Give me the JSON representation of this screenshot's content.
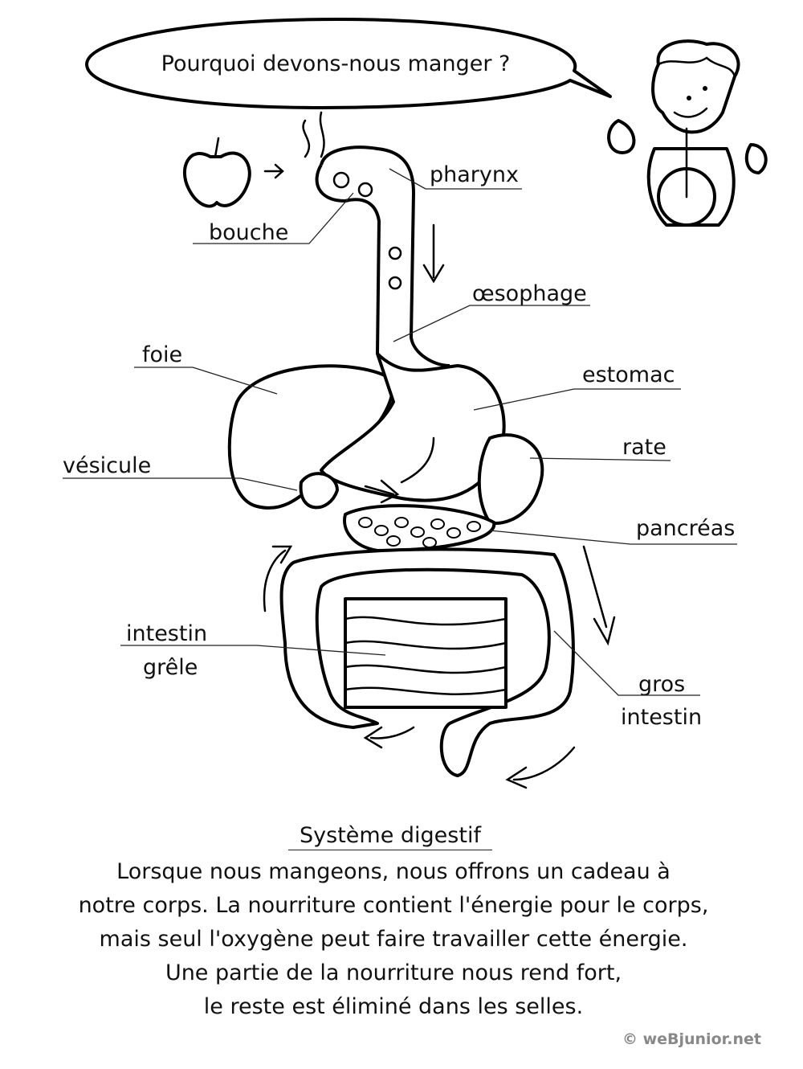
{
  "speech_bubble": "Pourquoi devons-nous manger ?",
  "labels": {
    "pharynx": "pharynx",
    "bouche": "bouche",
    "oesophage": "œsophage",
    "foie": "foie",
    "estomac": "estomac",
    "rate": "rate",
    "vesicule": "vésicule",
    "pancreas": "pancréas",
    "intestin_grele_1": "intestin",
    "intestin_grele_2": "grêle",
    "gros_intestin_1": "gros",
    "gros_intestin_2": "intestin"
  },
  "caption": {
    "title": "Système digestif",
    "lines": [
      "Lorsque nous mangeons, nous offrons un cadeau à",
      "notre corps. La nourriture contient l'énergie pour le corps,",
      "mais seul l'oxygène peut faire travailler cette énergie.",
      "Une partie de la nourriture nous rend fort,",
      "le reste est éliminé dans les selles."
    ]
  },
  "logo": "© weBjunior.net"
}
